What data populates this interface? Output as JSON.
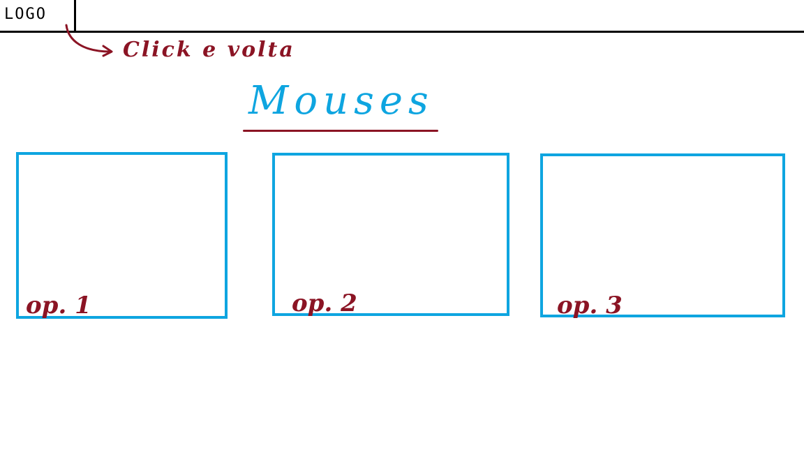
{
  "header": {
    "logo": "LOGO"
  },
  "annotation": {
    "text": "Click e volta",
    "arrow_icon": "curved-arrow-icon"
  },
  "page": {
    "title": "Mouses"
  },
  "cards": [
    {
      "label": "op. 1"
    },
    {
      "label": "op. 2"
    },
    {
      "label": "op. 3"
    }
  ],
  "colors": {
    "ink": "#000000",
    "accent_blue": "#0ea5e0",
    "annotation_red": "#8b1424"
  }
}
